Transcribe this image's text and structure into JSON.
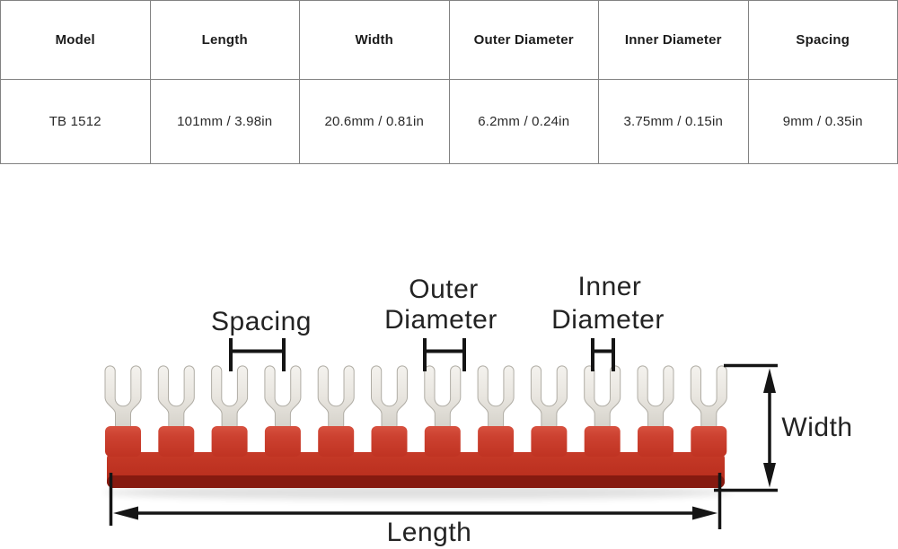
{
  "table": {
    "headers": [
      "Model",
      "Length",
      "Width",
      "Outer Diameter",
      "Inner Diameter",
      "Spacing"
    ],
    "rows": [
      [
        "TB 1512",
        "101mm / 3.98in",
        "20.6mm / 0.81in",
        "6.2mm / 0.24in",
        "3.75mm / 0.15in",
        "9mm / 0.35in"
      ]
    ]
  },
  "diagram": {
    "labels": {
      "spacing": "Spacing",
      "outer_diameter_line1": "Outer",
      "outer_diameter_line2": "Diameter",
      "inner_diameter_line1": "Inner",
      "inner_diameter_line2": "Diameter",
      "width": "Width",
      "length": "Length"
    },
    "fork_count": 12,
    "colors": {
      "base_red": "#c63a28",
      "base_red_highlight": "#d85140",
      "base_red_dark": "#861a10",
      "metal_light": "#f2f0ec",
      "metal_dark": "#d3d0c8",
      "dimension_black": "#151515"
    }
  }
}
